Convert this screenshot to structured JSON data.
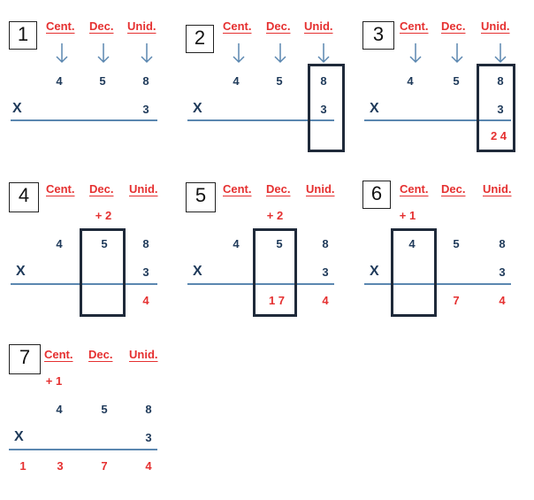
{
  "headers": {
    "cent": "Cent.",
    "dec": "Dec.",
    "unid": "Unid."
  },
  "times_symbol": "X",
  "colors": {
    "header_text": "#e53030",
    "digits": "#1f3a5a",
    "carry_and_result": "#e53030",
    "rule": "#5b87b0",
    "arrows": "#5b87b0",
    "box": "#1f2a3a"
  },
  "panels": [
    {
      "number": "1",
      "top": [
        "",
        "4",
        "5",
        "8"
      ],
      "bottom": "3",
      "carry": "",
      "result": [
        "",
        "",
        "",
        ""
      ]
    },
    {
      "number": "2",
      "top": [
        "",
        "4",
        "5",
        "8"
      ],
      "bottom": "3",
      "carry": "",
      "result": [
        "",
        "",
        "",
        ""
      ]
    },
    {
      "number": "3",
      "top": [
        "",
        "4",
        "5",
        "8"
      ],
      "bottom": "3",
      "carry": "",
      "result": [
        "",
        "",
        "",
        "2 4"
      ]
    },
    {
      "number": "4",
      "top": [
        "",
        "4",
        "5",
        "8"
      ],
      "bottom": "3",
      "carry": "+ 2",
      "result": [
        "",
        "",
        "",
        "4"
      ]
    },
    {
      "number": "5",
      "top": [
        "",
        "4",
        "5",
        "8"
      ],
      "bottom": "3",
      "carry": "+ 2",
      "result": [
        "",
        "",
        "1 7",
        "4"
      ]
    },
    {
      "number": "6",
      "top": [
        "",
        "4",
        "5",
        "8"
      ],
      "bottom": "3",
      "carry": "+ 1",
      "result": [
        "",
        "",
        "7",
        "4"
      ]
    },
    {
      "number": "7",
      "top": [
        "",
        "4",
        "5",
        "8"
      ],
      "bottom": "3",
      "carry": "+ 1",
      "result": [
        "1",
        "3",
        "7",
        "4"
      ]
    }
  ]
}
